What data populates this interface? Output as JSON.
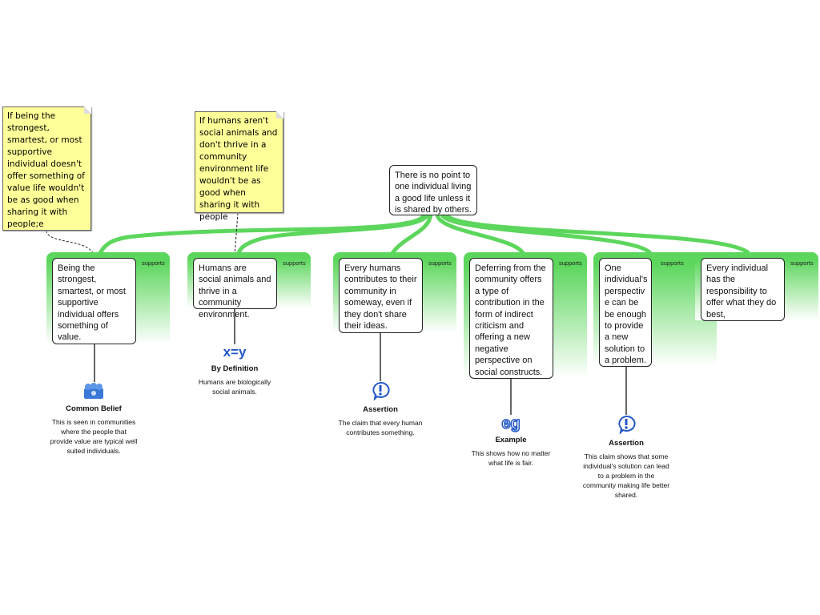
{
  "root_claim": "There is no point to one individual living a good life unless it is shared by others.",
  "notes": [
    "If being the strongest, smartest, or most supportive individual doesn't offer something of value life wouldn't be as good when sharing it with people;e",
    "If humans aren't social animals and don't thrive in a community environment life wouldn't be as good when sharing it with people"
  ],
  "reasons": [
    {
      "relation": "supports",
      "claim": "Being the strongest, smartest, or most supportive individual offers something of value.",
      "basis": {
        "icon": "common-belief-icon",
        "type": "Common Belief",
        "text": "This is seen in communities where the people that provide value are typical well suited individuals."
      }
    },
    {
      "relation": "supports",
      "claim": "Humans are social animals and thrive in a community environment.",
      "basis": {
        "icon": "x=y",
        "type": "By Definition",
        "text": "Humans are biologically social animals."
      }
    },
    {
      "relation": "supports",
      "claim": "Every humans contributes to their community in someway, even if they don't share their ideas.",
      "basis": {
        "icon": "!",
        "type": "Assertion",
        "text": "The claim that every human contributes something."
      }
    },
    {
      "relation": "supports",
      "claim": "Deferring from the community offers a type of contribution in the form of indirect criticism and offering a new negative perspective on social constructs.",
      "basis": {
        "icon": "eg",
        "type": "Example",
        "text": "This shows how no matter what life is fair."
      }
    },
    {
      "relation": "supports",
      "claim": "One individual's perspectiv e can be be enough to provide a new solution to a problem.",
      "basis": {
        "icon": "!",
        "type": "Assertion",
        "text": "This claim shows that some individual's solution can lead to a problem in the community making life better shared."
      }
    },
    {
      "relation": "supports",
      "claim": "Every individual has the responsibility to offer what they do best,"
    }
  ],
  "colors": {
    "support": "#5cd65c",
    "note": "#ffff99",
    "icon": "#2257c9"
  }
}
